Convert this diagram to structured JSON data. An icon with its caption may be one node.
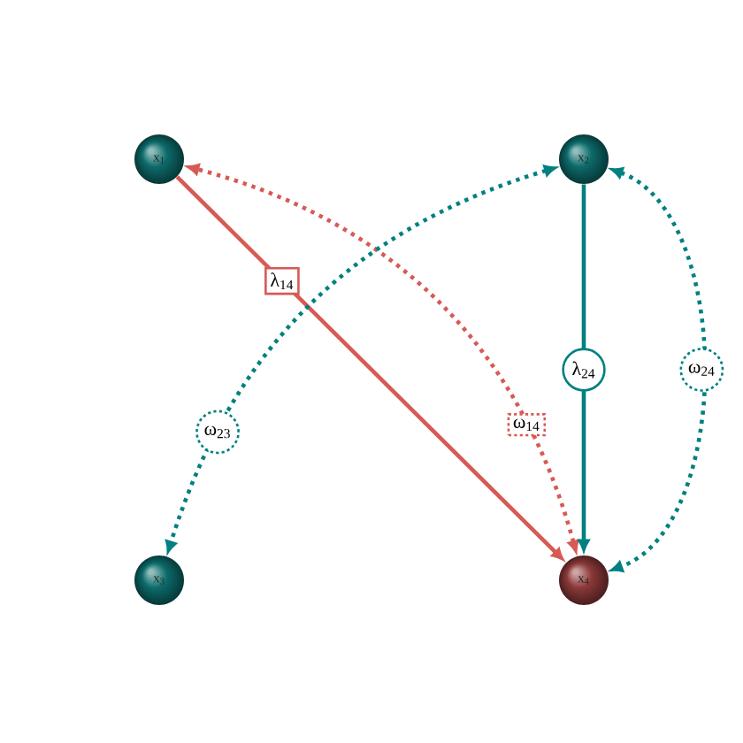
{
  "diagram": {
    "nodes": [
      {
        "text": [
          "x$_{1}$"
        ]
      },
      {
        "text": [
          "x$_{2}$"
        ]
      },
      {
        "text": [
          "x$_{3}$"
        ]
      },
      {
        "text": [
          "x$_{4}$"
        ]
      }
    ],
    "edges": [
      {
        "from": 0,
        "to": 3,
        "arrow": "to",
        "label": "λ$_{14}$",
        "color": "#d65a55"
      },
      {
        "from": 3,
        "to": 0,
        "arrow": "both",
        "label": "ω$_{14}$",
        "style": "dashed",
        "color": "#d65a55"
      },
      {
        "from": 1,
        "to": 2,
        "arrow": "both",
        "label": "ω$_{23}$",
        "style": "dashed"
      },
      {
        "from": 1,
        "to": 3,
        "arrow": "to",
        "label": "λ$_{24}$"
      },
      {
        "from": 1,
        "to": 3,
        "arrow": "both",
        "label": "ω$_{24}$",
        "style": "dashed"
      }
    ]
  }
}
